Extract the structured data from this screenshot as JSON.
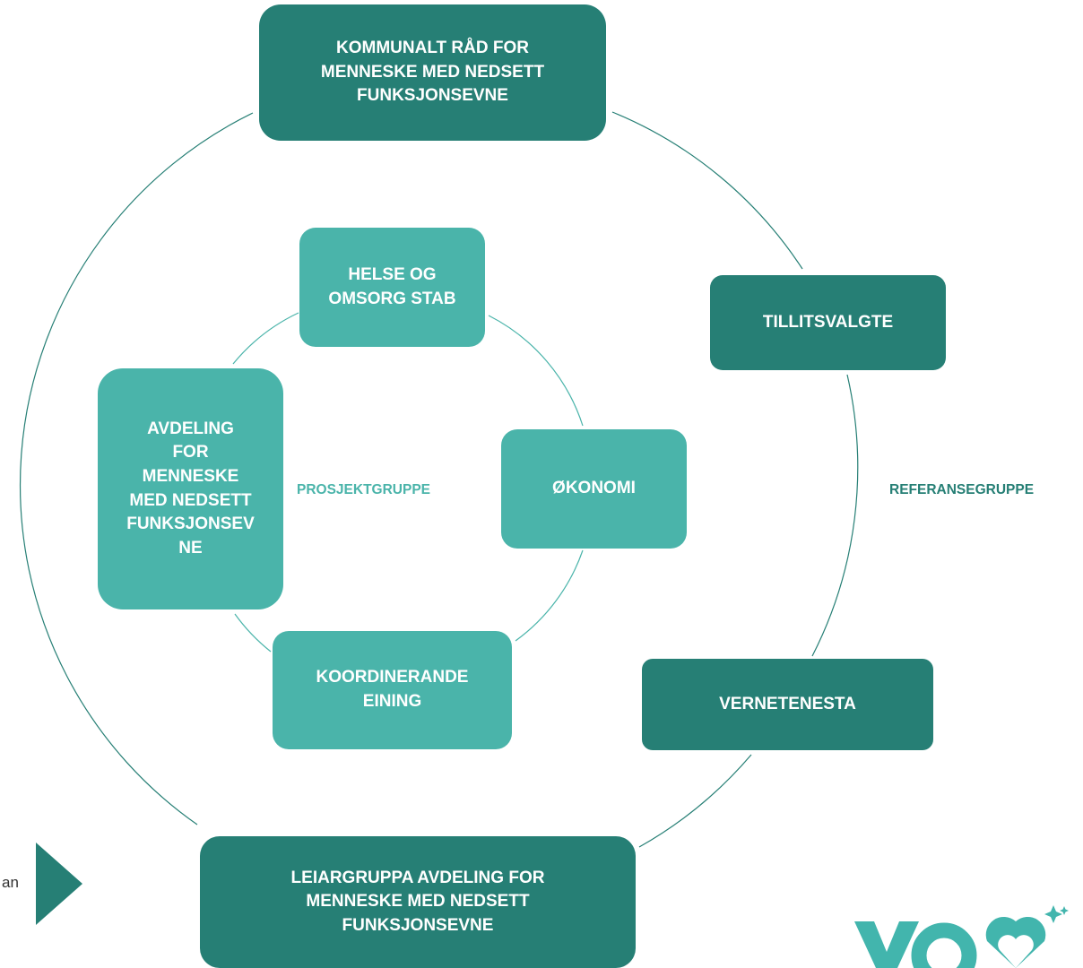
{
  "colors": {
    "dark_teal": "#267f75",
    "light_teal": "#4ab4aa",
    "logo_teal": "#42b5ad",
    "background": "#ffffff",
    "text_white": "#ffffff"
  },
  "outer_ring": {
    "label": "REFERANSEGRUPPE",
    "boxes": {
      "council": "KOMMUNALT RÅD FOR\nMENNESKE MED NEDSETT\nFUNKSJONSEVNE",
      "union_reps": "TILLITSVALGTE",
      "safety_service": "VERNETENESTA",
      "leader_group": "LEIARGRUPPA AVDELING FOR\nMENNESKE MED NEDSETT\nFUNKSJONSEVNE"
    }
  },
  "inner_ring": {
    "label": "PROSJEKTGRUPPE",
    "boxes": {
      "health_staff": "HELSE OG\nOMSORG STAB",
      "department": "AVDELING\nFOR\nMENNESKE\nMED NEDSETT\nFUNKSJONSEV\nNE",
      "economy": "ØKONOMI",
      "coordinating_unit": "KOORDINERANDE\nEINING"
    }
  },
  "side_tab": {
    "text": "an"
  },
  "logo": {
    "icon": "vos-logo-icon"
  }
}
